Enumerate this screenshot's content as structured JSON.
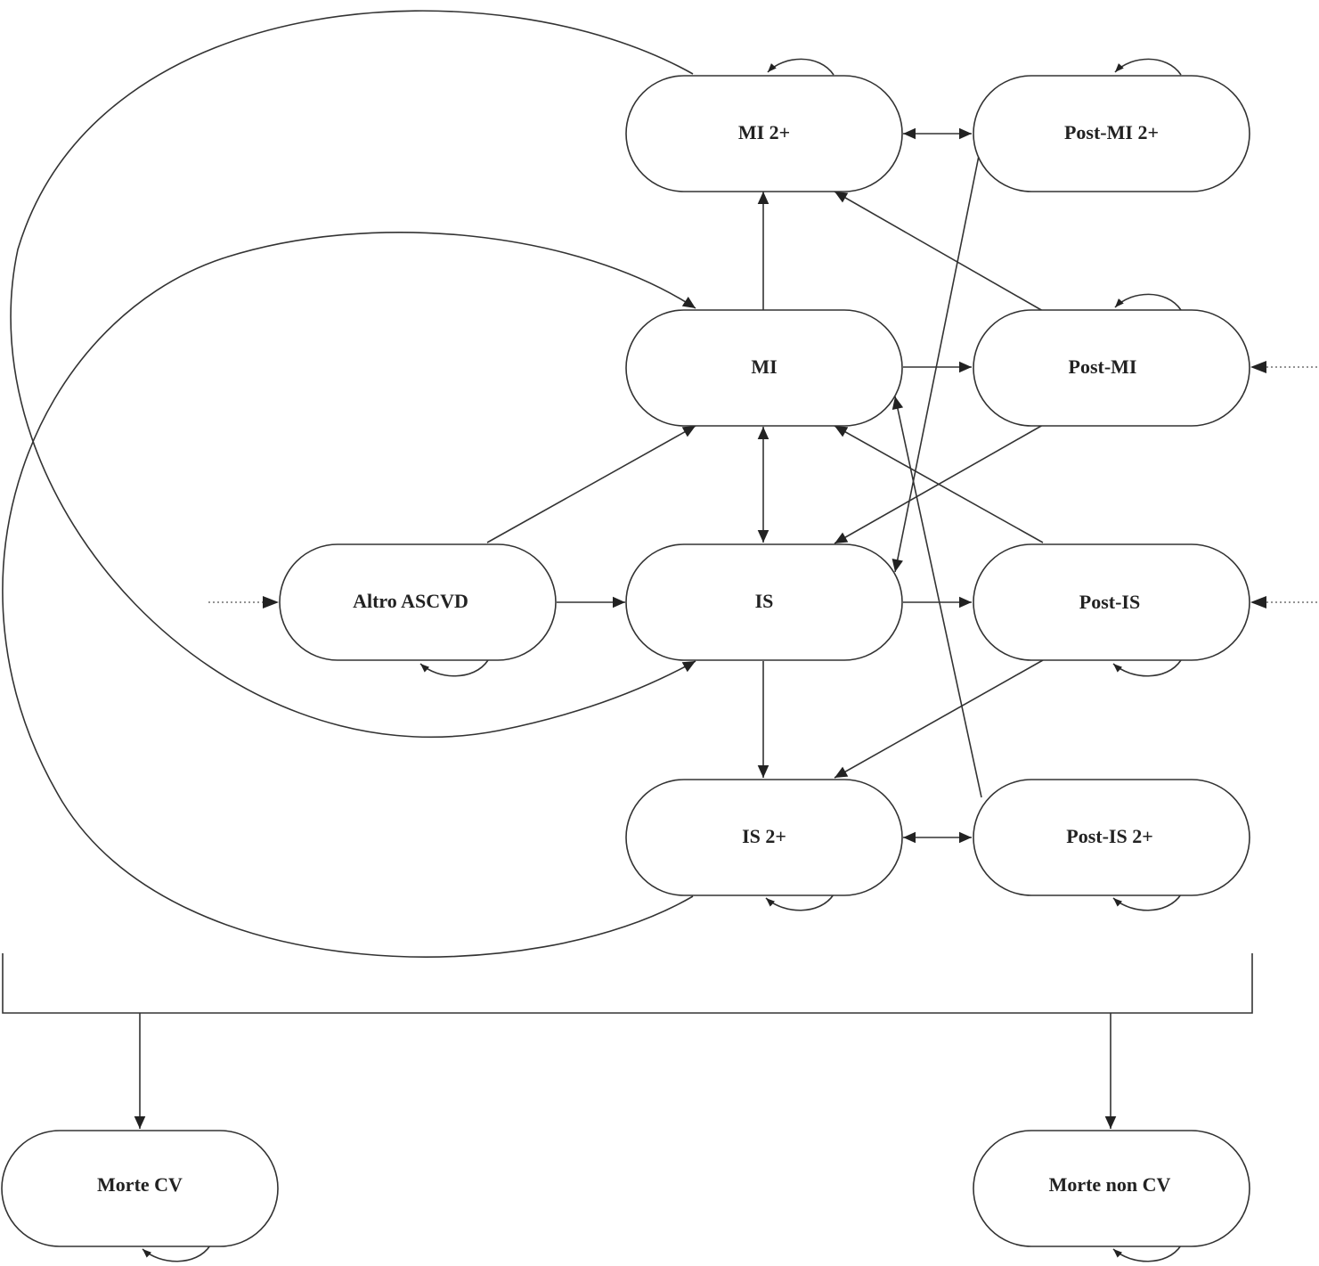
{
  "diagram": {
    "title": "",
    "nodes": {
      "mi2": "MI 2+",
      "postmi2": "Post-MI 2+",
      "mi": "MI",
      "postmi": "Post-MI",
      "altro": "Altro ASCVD",
      "is": "IS",
      "postis": "Post-IS",
      "is2": "IS 2+",
      "postis2": "Post-IS 2+",
      "mortecv": "Morte CV",
      "mortenoncv": "Morte non CV"
    },
    "edges": [
      {
        "from": "mi",
        "to": "mi2"
      },
      {
        "from": "mi",
        "to": "postmi"
      },
      {
        "from": "mi",
        "to": "is",
        "bidirectional": true
      },
      {
        "from": "mi2",
        "to": "postmi2",
        "bidirectional": true
      },
      {
        "from": "postmi",
        "to": "mi2"
      },
      {
        "from": "postmi",
        "to": "is"
      },
      {
        "from": "postmi2",
        "to": "is"
      },
      {
        "from": "altro",
        "to": "mi"
      },
      {
        "from": "altro",
        "to": "is"
      },
      {
        "from": "mi2",
        "to": "is"
      },
      {
        "from": "is2",
        "to": "mi"
      },
      {
        "from": "is",
        "to": "postis"
      },
      {
        "from": "is",
        "to": "is2"
      },
      {
        "from": "postis",
        "to": "mi"
      },
      {
        "from": "postis",
        "to": "is2"
      },
      {
        "from": "postis2",
        "to": "mi"
      },
      {
        "from": "is2",
        "to": "postis2",
        "bidirectional": true
      },
      {
        "from": "all",
        "to": "mortecv"
      },
      {
        "from": "all",
        "to": "mortenoncv"
      }
    ],
    "self_loops": [
      "mi2",
      "postmi2",
      "postmi",
      "altro",
      "postis",
      "is2",
      "postis2",
      "mortecv",
      "mortenoncv"
    ],
    "entry_points": [
      "altro",
      "postmi",
      "postis"
    ]
  }
}
